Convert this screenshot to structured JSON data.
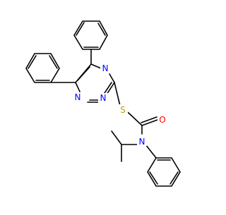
{
  "molecule": {
    "atom_labels": {
      "n_triazine_4": "N",
      "n_triazine_1": "N",
      "n_triazine_2": "N",
      "s_thioether": "S",
      "o_carbonyl": "O",
      "n_amide": "N"
    },
    "colors": {
      "bond": "#000000",
      "nitrogen": "#0000ff",
      "sulfur": "#b8a000",
      "oxygen": "#ff0000"
    }
  }
}
